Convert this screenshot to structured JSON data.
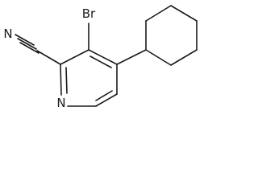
{
  "molecule": {
    "atoms": {
      "bromine": "Br",
      "nitrile_nitrogen": "N",
      "ring_nitrogen": "N"
    }
  },
  "colors": {
    "ink": "#1a1a1a",
    "background": "#ffffff"
  }
}
